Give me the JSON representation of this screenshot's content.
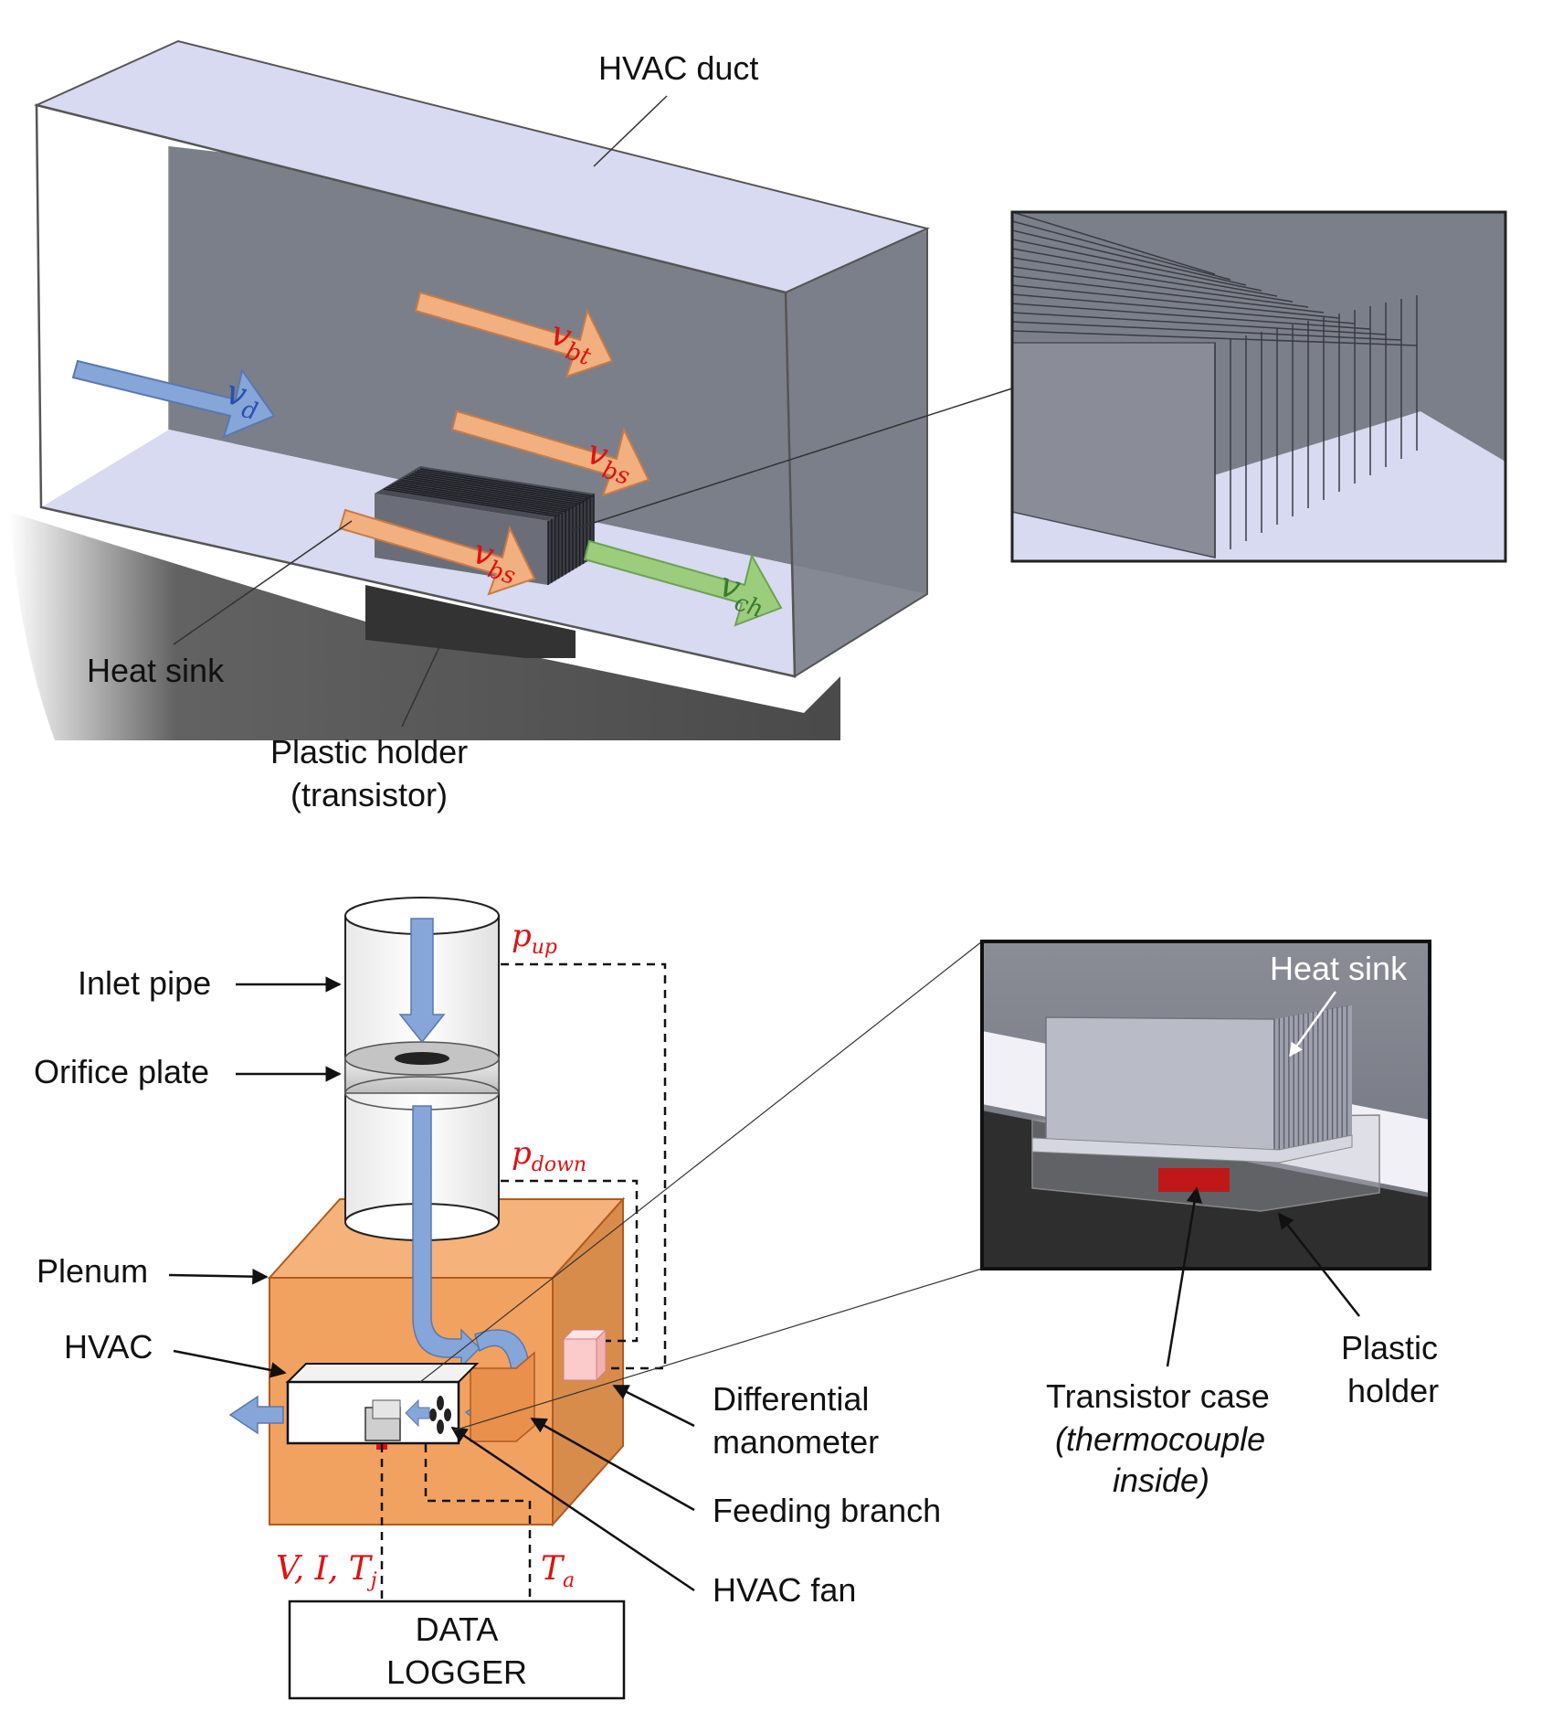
{
  "top": {
    "hvac_duct_label": "HVAC duct",
    "heat_sink_label": "Heat sink",
    "plastic_holder_line1": "Plastic holder",
    "plastic_holder_line2": "(transistor)",
    "velocities": {
      "vd": {
        "main": "v",
        "sub": "d"
      },
      "vbt": {
        "main": "v",
        "sub": "bt"
      },
      "vbs_top": {
        "main": "v",
        "sub": "bs"
      },
      "vbs_bottom": {
        "main": "v",
        "sub": "bs"
      },
      "vch": {
        "main": "v",
        "sub": "ch"
      }
    }
  },
  "bottom": {
    "labels": {
      "inlet_pipe": "Inlet pipe",
      "orifice_plate": "Orifice plate",
      "plenum": "Plenum",
      "hvac": "HVAC",
      "differential_line1": "Differential",
      "differential_line2": "manometer",
      "feeding_branch": "Feeding branch",
      "hvac_fan": "HVAC fan"
    },
    "pressures": {
      "p_up": {
        "main": "p",
        "sub": "up"
      },
      "p_down": {
        "main": "p",
        "sub": "down"
      }
    },
    "signals": {
      "left": {
        "text": "V, I, T",
        "sub": "j"
      },
      "right": {
        "main": "T",
        "sub": "a"
      }
    },
    "data_logger": {
      "line1": "DATA",
      "line2": "LOGGER"
    },
    "inset": {
      "heat_sink": "Heat sink",
      "plastic_holder_line1": "Plastic",
      "plastic_holder_line2": "holder",
      "transistor_line1": "Transistor case",
      "transistor_line2": "(thermocouple",
      "transistor_line3": "inside)"
    }
  },
  "colors": {
    "duct_back": "#7b7f8a",
    "duct_floor": "#d7daf0",
    "orange_arrow": "#f2b080",
    "blue_arrow": "#86a5d8",
    "green_arrow": "#9ccd7d",
    "plenum": "#f2a260",
    "variable_red": "#e01010"
  }
}
